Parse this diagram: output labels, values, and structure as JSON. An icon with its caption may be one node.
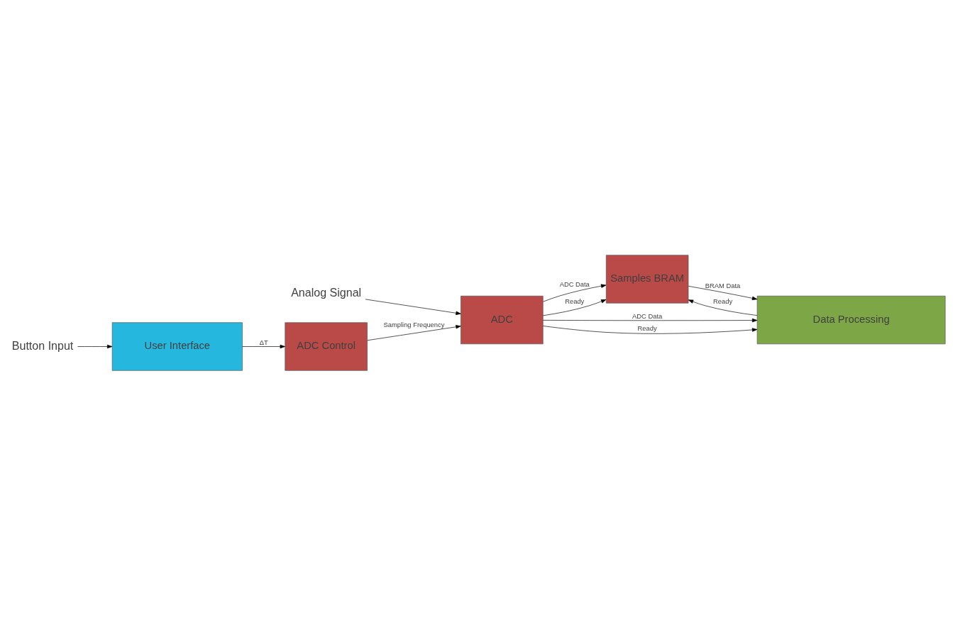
{
  "diagram": {
    "nodes": [
      {
        "text": [
          "Analog Signal"
        ]
      },
      {
        "text": [
          "ADC"
        ]
      },
      {
        "text": [
          "Samples BRAM"
        ]
      },
      {
        "text": [
          "ADC Control"
        ]
      },
      {
        "text": [
          "User Interface"
        ]
      },
      {
        "text": [
          "Data Processing"
        ]
      },
      {
        "text": [
          "Button Input"
        ]
      }
    ],
    "edges": [
      {
        "from": 0,
        "to": 1,
        "arrow": "to"
      },
      {
        "from": 3,
        "to": 1,
        "arrow": "to",
        "label": "Sampling Frequency"
      },
      {
        "from": 1,
        "to": 2,
        "arrow": "to",
        "label": "ADC Data"
      },
      {
        "from": 1,
        "to": 2,
        "arrow": "to",
        "label": "Ready"
      },
      {
        "from": 1,
        "to": 5,
        "arrow": "to",
        "label": "ADC Data"
      },
      {
        "from": 1,
        "to": 5,
        "arrow": "to",
        "label": "Ready"
      },
      {
        "from": 2,
        "to": 5,
        "arrow": "to",
        "label": "BRAM Data"
      },
      {
        "from": 5,
        "to": 2,
        "arrow": "to",
        "label": "Ready"
      },
      {
        "from": 4,
        "to": 3,
        "arrow": "to",
        "label": "ΔT"
      },
      {
        "from": 6,
        "to": 4,
        "arrow": "to"
      }
    ]
  }
}
